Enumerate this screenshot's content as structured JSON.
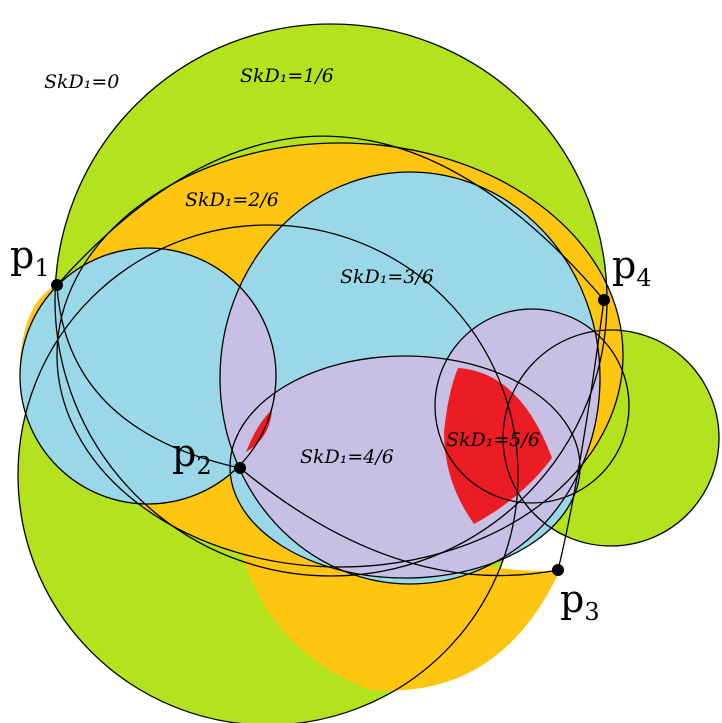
{
  "regions": [
    {
      "id": "d0",
      "label": "SkD₁=0"
    },
    {
      "id": "d1",
      "label": "SkD₁=1/6"
    },
    {
      "id": "d2",
      "label": "SkD₁=2/6"
    },
    {
      "id": "d3",
      "label": "SkD₁=3/6"
    },
    {
      "id": "d4",
      "label": "SkD₁=4/6"
    },
    {
      "id": "d5",
      "label": "SkD₁=5/6"
    }
  ],
  "points": [
    {
      "id": "p1",
      "letter": "p",
      "index": "1"
    },
    {
      "id": "p2",
      "letter": "p",
      "index": "2"
    },
    {
      "id": "p3",
      "letter": "p",
      "index": "3"
    },
    {
      "id": "p4",
      "letter": "p",
      "index": "4"
    }
  ],
  "depth_colors": {
    "d0": "#ffffff",
    "d1": "#b3e31f",
    "d2": "#fec611",
    "d3": "#9ad8e8",
    "d4": "#c8c0e4",
    "d5": "#ec1c24"
  }
}
